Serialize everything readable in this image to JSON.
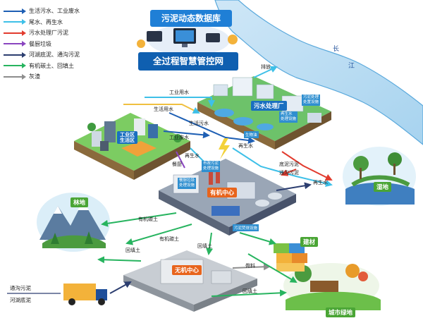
{
  "legend": {
    "items": [
      {
        "label": "生活污水、工业废水",
        "color": "#1e5fb4"
      },
      {
        "label": "尾水、再生水",
        "color": "#3ec0e8"
      },
      {
        "label": "污水处理厂污泥",
        "color": "#e23b2e"
      },
      {
        "label": "餐厨垃圾",
        "color": "#8a45c0"
      },
      {
        "label": "河湖底泥、通沟污泥",
        "color": "#2c3e70"
      },
      {
        "label": "有机碳土、回填土",
        "color": "#27b45f"
      },
      {
        "label": "灰渣",
        "color": "#8d8d8d"
      }
    ]
  },
  "banners": {
    "database": "污泥动态数据库",
    "network": "全过程智慧管控网"
  },
  "river": {
    "label_a": "长",
    "label_b": "江"
  },
  "nodes": {
    "wwtp": "污水处理厂",
    "industrial": "工业区\n生活区",
    "organic_center": "有机中心",
    "inorganic_center": "无机中心",
    "wetland": "湿地",
    "forest": "林地",
    "building_material": "建材",
    "urban_green": "城市绿地"
  },
  "facility_tags": {
    "sludge_facility": "污泥处理\n处置设施",
    "reclaimed_facility": "再生水\n处理设施",
    "biogas": "生物油",
    "kitchen_facility": "餐厨垃圾\n处理设施",
    "municipal_sludge": "市政污泥\n处理设施",
    "sludge_plant": "污泥焚烧设施"
  },
  "flow_labels": {
    "discharge": "排放",
    "industrial_water": "工业用水",
    "domestic_water": "生活用水",
    "domestic_wastewater": "生活污水",
    "industrial_wastewater": "工业废水",
    "reclaimed_water_1": "再生水",
    "reclaimed_water_2": "再生水",
    "reclaimed_water_3": "再生水",
    "kitchen": "餐厨",
    "sludge_1": "底泥污泥",
    "sludge_2": "通沟污泥",
    "organic_soil_1": "有机碳土",
    "organic_soil_2": "有机碳土",
    "backfill_1": "回填土",
    "backfill_2": "回填土",
    "backfill_3": "回填土",
    "ash": "骨料",
    "ditch_sludge": "通沟污泥",
    "lake_sludge": "河湖底泥"
  }
}
